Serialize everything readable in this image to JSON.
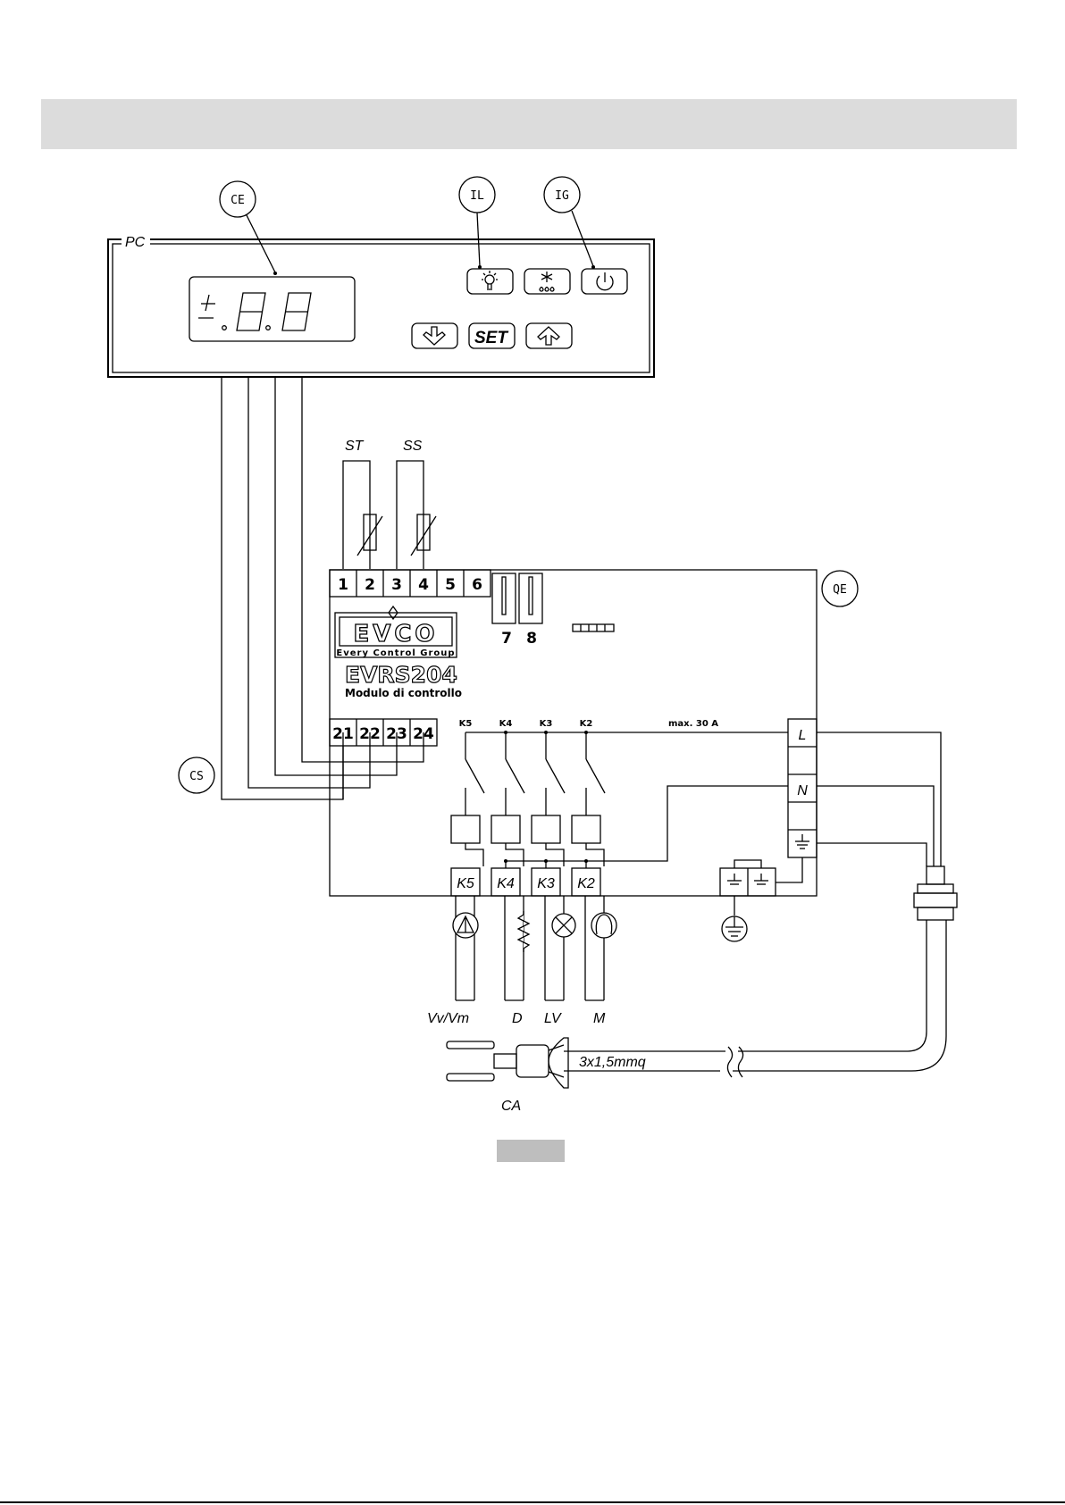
{
  "callouts": {
    "ce": "CE",
    "il": "IL",
    "ig": "IG",
    "cs": "CS",
    "qe": "QE"
  },
  "panel": {
    "label": "PC",
    "display_text": "±.8.8",
    "buttons": {
      "light": "light-bulb-icon",
      "defrost": "defrost-icon",
      "power": "power-icon",
      "down": "arrow-down-icon",
      "set": "SET",
      "up": "arrow-up-icon"
    }
  },
  "probes": {
    "st": "ST",
    "ss": "SS"
  },
  "module": {
    "brand": "EVCO",
    "brand_tagline": "Every Control Group",
    "model": "EVRS204",
    "description": "Modulo di controllo",
    "top_terminals": [
      "1",
      "2",
      "3",
      "4",
      "5",
      "6"
    ],
    "lower_terminals": [
      "7",
      "8"
    ],
    "comm_terminals": [
      "21",
      "22",
      "23",
      "24"
    ],
    "relay_labels": [
      "K5",
      "K4",
      "K3",
      "K2"
    ],
    "max_current": "max. 30 A",
    "power_terminals": {
      "line": "L",
      "neutral": "N",
      "earth": "earth-icon"
    }
  },
  "loads": {
    "k5": {
      "relay": "K5",
      "label": "Vv/Vm",
      "icon": "fan-icon"
    },
    "k4": {
      "relay": "K4",
      "label": "D",
      "icon": "resistor-icon"
    },
    "k3": {
      "relay": "K3",
      "label": "LV",
      "icon": "lamp-icon"
    },
    "k2": {
      "relay": "K2",
      "label": "M",
      "icon": "compressor-icon"
    }
  },
  "cable": {
    "spec": "3x1,5mmq",
    "plug_label": "CA"
  }
}
